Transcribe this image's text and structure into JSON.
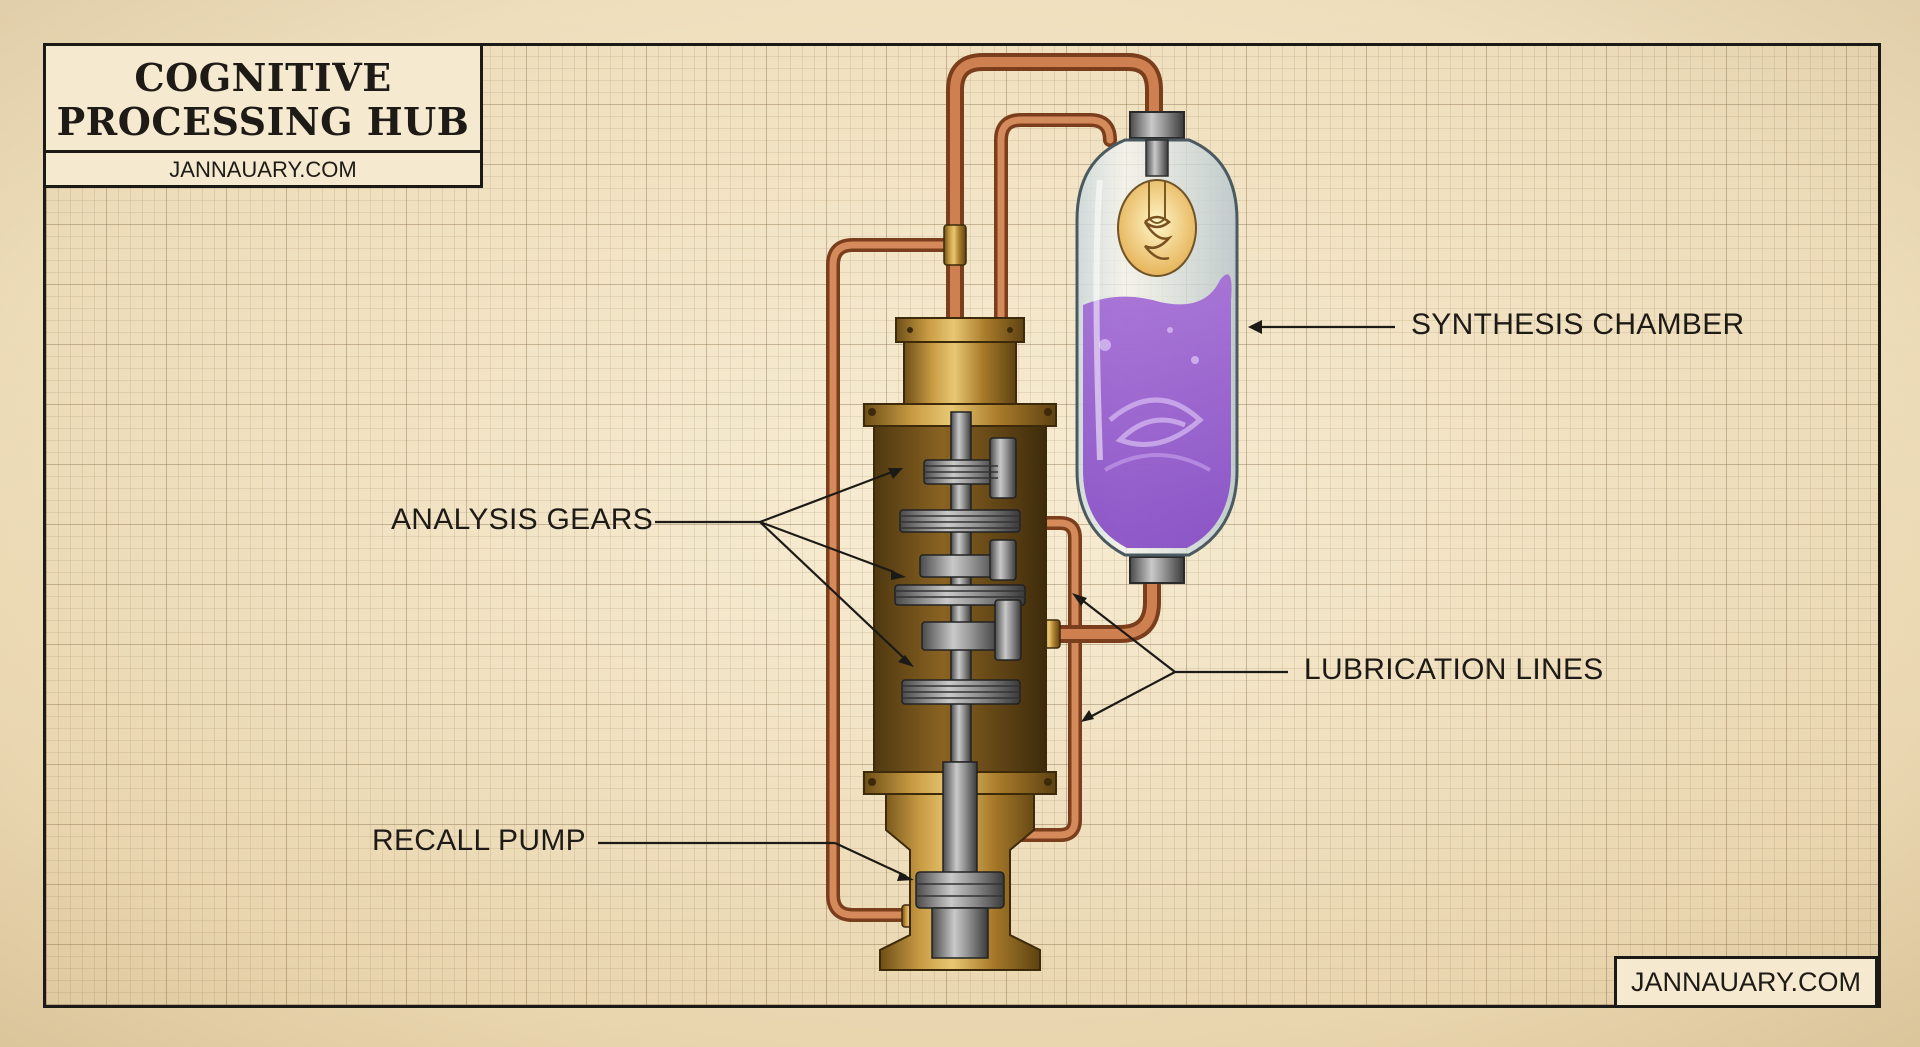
{
  "header": {
    "title_line1": "COGNITIVE",
    "title_line2": "PROCESSING HUB",
    "site": "JANNAUARY.COM"
  },
  "labels": {
    "synthesis_chamber": "SYNTHESIS CHAMBER",
    "analysis_gears": "ANALYSIS GEARS",
    "lubrication_lines": "LUBRICATION LINES",
    "recall_pump": "RECALL PUMP"
  },
  "footer": {
    "stamp": "JANNAUARY.COM"
  },
  "colors": {
    "paper": "#f1e3c6",
    "ink": "#1c1a17",
    "brass": "#b58a34",
    "copper": "#c0703f",
    "steel": "#8d8d8d",
    "liquid": "#9a5fd0"
  }
}
